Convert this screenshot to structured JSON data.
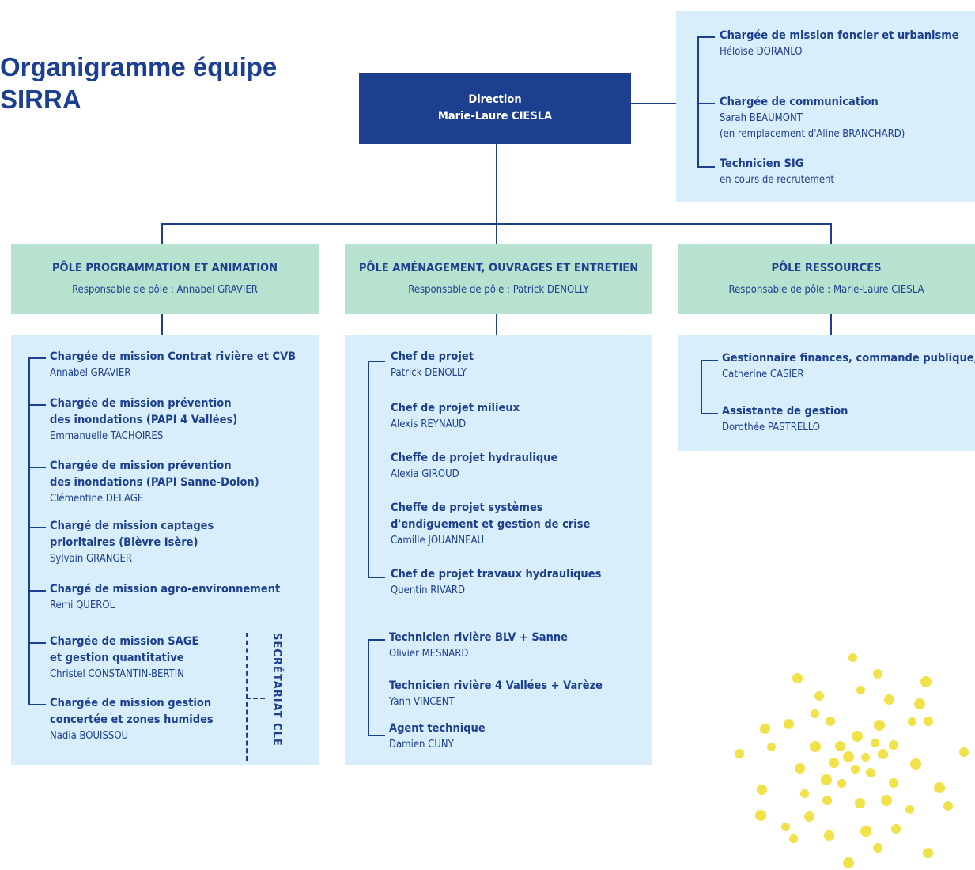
{
  "title_line1": "Organigramme équipe",
  "title_line2": "SIRRA",
  "direction": {
    "label": "Direction",
    "name": "Marie-Laure CIESLA"
  },
  "support_staff": [
    {
      "role": "Chargée de mission foncier et urbanisme",
      "person": "Héloïse DORANLO"
    },
    {
      "role": "Chargée de communication",
      "person": "Sarah BEAUMONT",
      "note": "(en remplacement d'Aline BRANCHARD)"
    },
    {
      "role": "Technicien SIG",
      "person": "en cours de recrutement"
    }
  ],
  "poles": [
    {
      "name": "PÔLE PROGRAMMATION ET ANIMATION",
      "responsable": "Responsable de pôle : Annabel GRAVIER",
      "members": [
        {
          "role_lines": [
            "Chargée de mission Contrat rivière et CVB"
          ],
          "person": "Annabel GRAVIER"
        },
        {
          "role_lines": [
            "Chargée de mission prévention",
            "des inondations (PAPI 4 Vallées)"
          ],
          "person": "Emmanuelle TACHOIRES"
        },
        {
          "role_lines": [
            "Chargée de mission prévention",
            "des inondations (PAPI Sanne-Dolon)"
          ],
          "person": "Clémentine DELAGE"
        },
        {
          "role_lines": [
            "Chargé de mission captages",
            "prioritaires (Bièvre Isère)"
          ],
          "person": "Sylvain GRANGER"
        },
        {
          "role_lines": [
            "Chargé de mission agro-environnement"
          ],
          "person": "Rémi QUEROL"
        },
        {
          "role_lines": [
            "Chargée de mission SAGE",
            "et gestion quantitative"
          ],
          "person": "Christel CONSTANTIN-BERTIN"
        },
        {
          "role_lines": [
            "Chargée de mission gestion",
            "concertée et zones humides"
          ],
          "person": "Nadia BOUISSOU"
        }
      ],
      "side_label": "SECRÉTARIAT CLE"
    },
    {
      "name": "PÔLE AMÉNAGEMENT, OUVRAGES ET ENTRETIEN",
      "responsable": "Responsable de pôle : Patrick DENOLLY",
      "members": [
        {
          "role_lines": [
            "Chef de projet"
          ],
          "person": "Patrick DENOLLY"
        },
        {
          "role_lines": [
            "Chef de projet milieux"
          ],
          "person": "Alexis REYNAUD"
        },
        {
          "role_lines": [
            "Cheffe de projet hydraulique"
          ],
          "person": "Alexia GIROUD"
        },
        {
          "role_lines": [
            "Cheffe de projet systèmes",
            "d'endiguement et gestion de crise"
          ],
          "person": "Camille JOUANNEAU"
        },
        {
          "role_lines": [
            "Chef de projet travaux hydrauliques"
          ],
          "person": "Quentin RIVARD"
        }
      ],
      "technicians": [
        {
          "role_lines": [
            "Technicien rivière BLV + Sanne"
          ],
          "person": "Olivier MESNARD"
        },
        {
          "role_lines": [
            "Technicien rivière 4 Vallées + Varèze"
          ],
          "person": "Yann VINCENT"
        },
        {
          "role_lines": [
            "Agent technique"
          ],
          "person": "Damien CUNY"
        }
      ]
    },
    {
      "name": "PÔLE RESSOURCES",
      "responsable": "Responsable de pôle : Marie-Laure CIESLA",
      "members": [
        {
          "role_lines": [
            "Gestionnaire finances, commande publique, RH"
          ],
          "person": "Catherine CASIER"
        },
        {
          "role_lines": [
            "Assistante de gestion"
          ],
          "person": "Dorothée PASTRELLO"
        }
      ]
    }
  ],
  "colors": {
    "navy": "#1d3f8f",
    "panel_blue": "#d8eefb",
    "pole_green": "#b7e2cf",
    "dot_yellow": "#f2e24a"
  }
}
